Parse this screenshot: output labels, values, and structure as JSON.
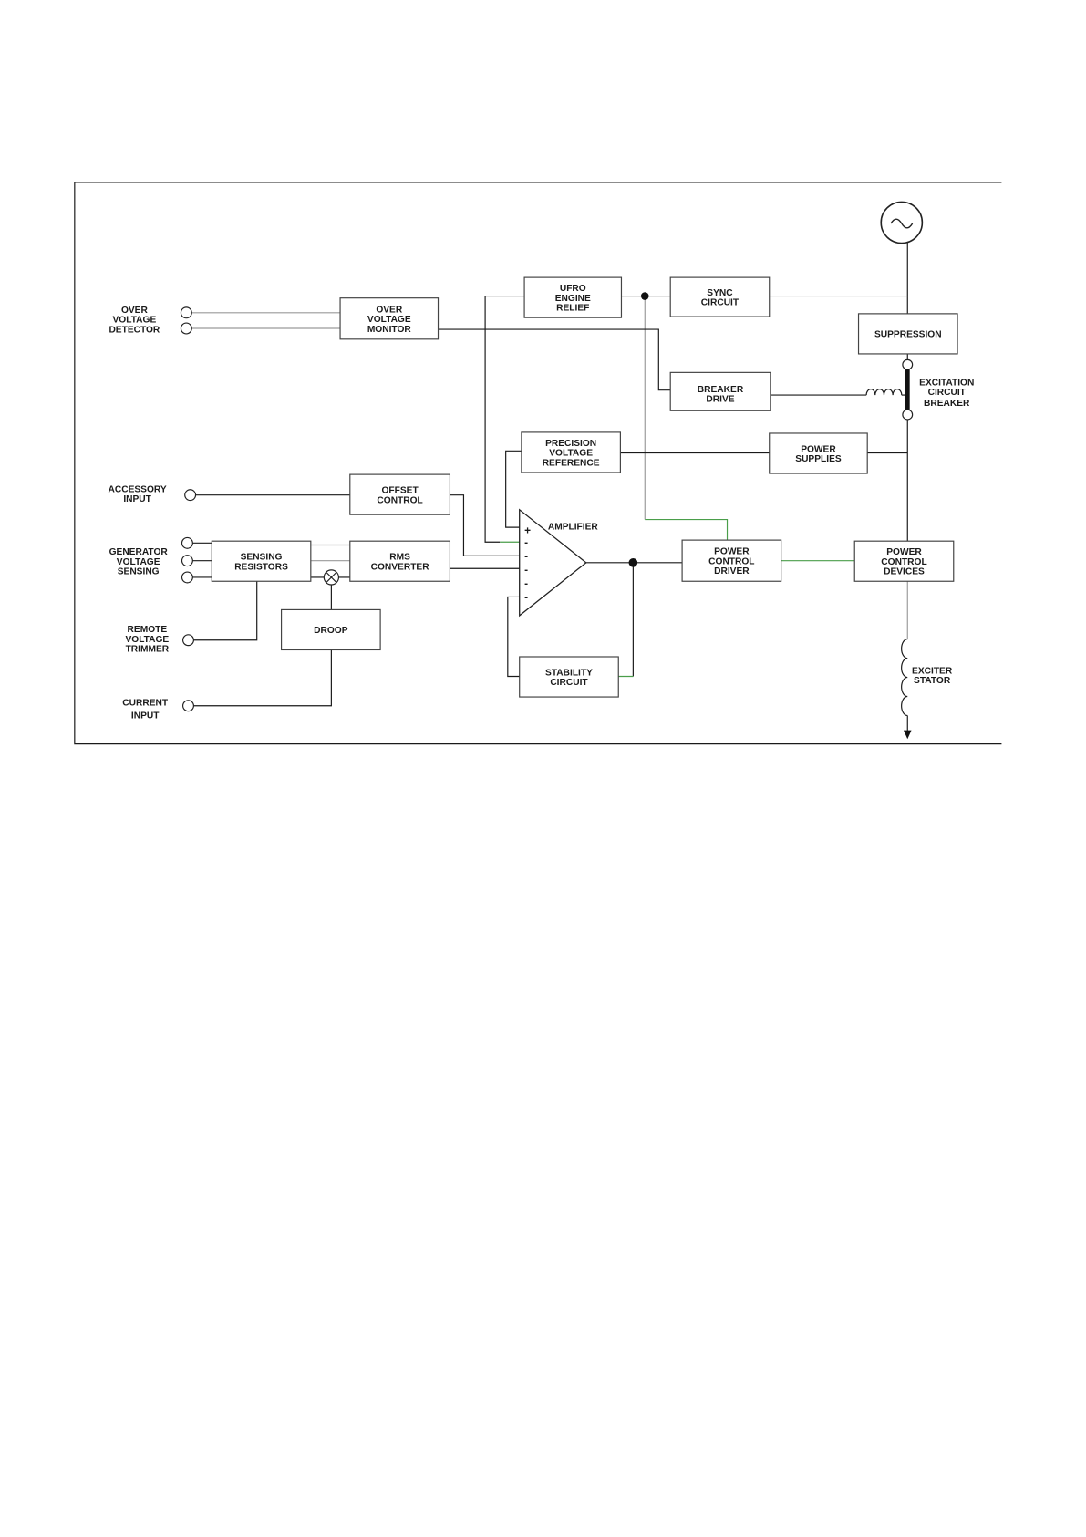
{
  "diagram": {
    "blocks": {
      "ufro_engine_relief": [
        "UFRO",
        "ENGINE",
        "RELIEF"
      ],
      "sync_circuit": [
        "SYNC",
        "CIRCUIT"
      ],
      "over_voltage_monitor": [
        "OVER",
        "VOLTAGE",
        "MONITOR"
      ],
      "suppression": [
        "SUPPRESSION"
      ],
      "breaker_drive": [
        "BREAKER",
        "DRIVE"
      ],
      "precision_voltage_reference": [
        "PRECISION",
        "VOLTAGE",
        "REFERENCE"
      ],
      "power_supplies": [
        "POWER",
        "SUPPLIES"
      ],
      "offset_control": [
        "OFFSET",
        "CONTROL"
      ],
      "sensing_resistors": [
        "SENSING",
        "RESISTORS"
      ],
      "rms_converter": [
        "RMS",
        "CONVERTER"
      ],
      "power_control_driver": [
        "POWER",
        "CONTROL",
        "DRIVER"
      ],
      "power_control_devices": [
        "POWER",
        "CONTROL",
        "DEVICES"
      ],
      "droop": [
        "DROOP"
      ],
      "stability_circuit": [
        "STABILITY",
        "CIRCUIT"
      ]
    },
    "inputs": {
      "over_voltage_detector": [
        "OVER",
        "VOLTAGE",
        "DETECTOR"
      ],
      "accessory_input": [
        "ACCESSORY",
        "INPUT"
      ],
      "generator_voltage_sensing": [
        "GENERATOR",
        "VOLTAGE",
        "SENSING"
      ],
      "remote_voltage_trimmer": [
        "REMOTE",
        "VOLTAGE",
        "TRIMMER"
      ],
      "current_input": [
        "CURRENT",
        "INPUT"
      ]
    },
    "labels": {
      "amplifier": "AMPLIFIER",
      "amplifier_plus": "+",
      "amplifier_minus": "-",
      "excitation_circuit_breaker": [
        "EXCITATION",
        "CIRCUIT",
        "BREAKER"
      ],
      "exciter_stator": [
        "EXCITER",
        "STATOR"
      ]
    },
    "icons": {
      "source": "ac-source-icon",
      "multiplier": "multiplier-icon",
      "breaker_coil": "inductor-icon",
      "stator_coil": "exciter-coil-icon"
    },
    "colors": {
      "wire": "#1a1a1a",
      "wire_gray": "#9a9a9a",
      "wire_green": "#4a9e4a",
      "box_border": "#444444"
    }
  }
}
